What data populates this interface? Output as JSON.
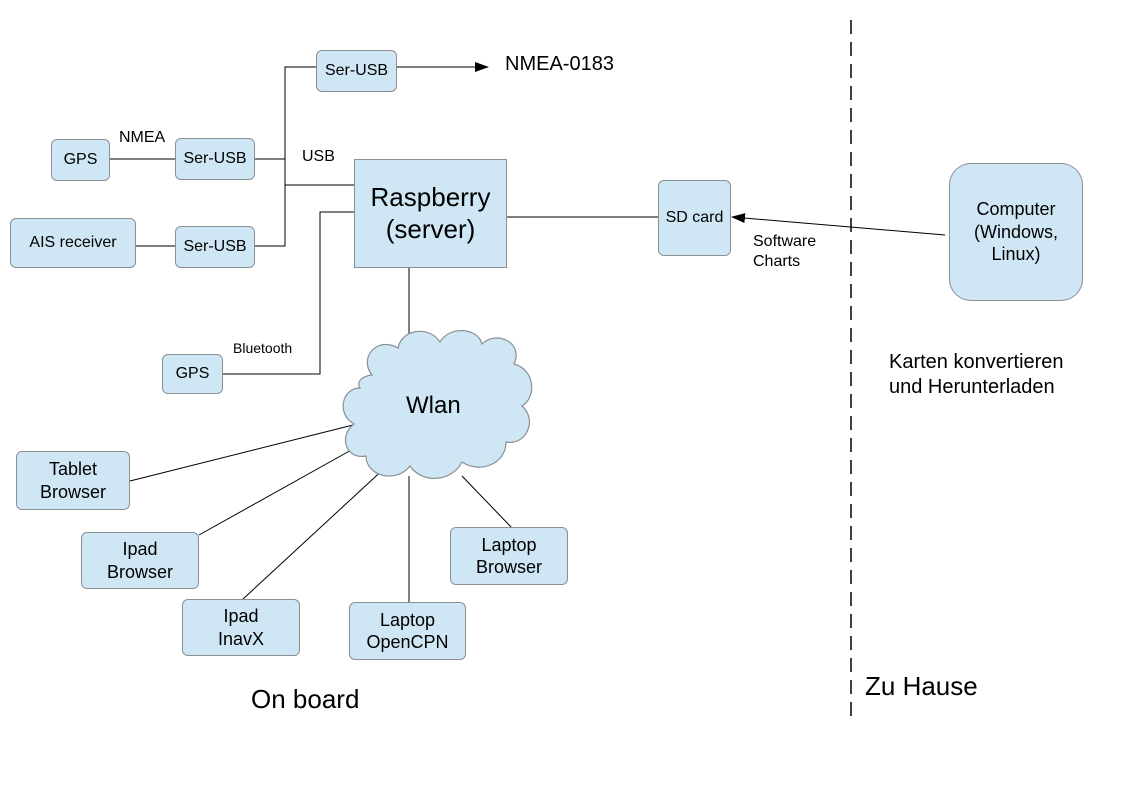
{
  "colors": {
    "box_fill": "#cfe7f5",
    "box_border": "#8a8f94",
    "line": "#000000"
  },
  "nodes": {
    "ser_usb_top": "Ser-USB",
    "gps_wired": "GPS",
    "ser_usb_gps": "Ser-USB",
    "ais_receiver": "AIS receiver",
    "ser_usb_ais": "Ser-USB",
    "raspberry": "Raspberry\n(server)",
    "sd_card": "SD card",
    "computer": "Computer\n(Windows,\nLinux)",
    "gps_bluetooth": "GPS",
    "wlan": "Wlan",
    "tablet_browser": "Tablet\nBrowser",
    "ipad_browser": "Ipad\nBrowser",
    "ipad_inavx": "Ipad\nInavX",
    "laptop_opencpn": "Laptop\nOpenCPN",
    "laptop_browser": "Laptop\nBrowser"
  },
  "labels": {
    "nmea_output": "NMEA-0183",
    "nmea": "NMEA",
    "usb": "USB",
    "bluetooth": "Bluetooth",
    "software_charts": "Software\nCharts",
    "convert_download": "Karten konvertieren\nund Herunterladen",
    "on_board": "On board",
    "zu_hause": "Zu Hause"
  }
}
